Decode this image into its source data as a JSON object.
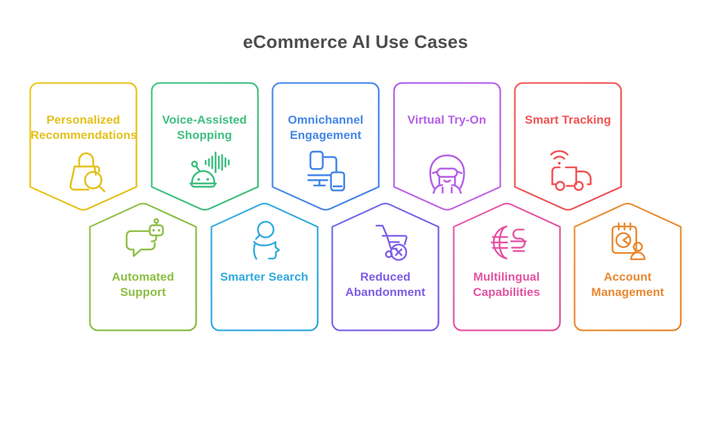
{
  "title": "eCommerce AI Use Cases",
  "title_color": "#4d4d4d",
  "background_color": "#ffffff",
  "cards": [
    {
      "id": "personalized-recommendations",
      "title": "Personalized Recommendations",
      "icon": "shopping-bag-search-icon",
      "row": "top",
      "color": "#e4c01a",
      "stroke_from": "#eac91b",
      "stroke_to": "#e2bc12"
    },
    {
      "id": "voice-assisted-shopping",
      "title": "Voice-Assisted Shopping",
      "icon": "voice-robot-icon",
      "row": "top",
      "color": "#3dbe7f",
      "stroke_from": "#41c584",
      "stroke_to": "#38b877"
    },
    {
      "id": "omnichannel-engagement",
      "title": "Omnichannel Engagement",
      "icon": "connected-devices-icon",
      "row": "top",
      "color": "#4285e8",
      "stroke_from": "#4a8cec",
      "stroke_to": "#3f7fe4"
    },
    {
      "id": "virtual-try-on",
      "title": "Virtual Try-On",
      "icon": "vr-headset-person-icon",
      "row": "top",
      "color": "#b55fe8",
      "stroke_from": "#ae5be8",
      "stroke_to": "#c263e3"
    },
    {
      "id": "smart-tracking",
      "title": "Smart Tracking",
      "icon": "delivery-truck-wifi-icon",
      "row": "top",
      "color": "#f05252",
      "stroke_from": "#f15b54",
      "stroke_to": "#ee4a50"
    },
    {
      "id": "automated-support",
      "title": "Automated Support",
      "icon": "chat-robot-icon",
      "row": "bottom",
      "color": "#8bbe42",
      "stroke_from": "#93c24a",
      "stroke_to": "#83b83a"
    },
    {
      "id": "smarter-search",
      "title": "Smarter Search",
      "icon": "head-search-icon",
      "row": "bottom",
      "color": "#2faadf",
      "stroke_from": "#35aee1",
      "stroke_to": "#28a3da"
    },
    {
      "id": "reduced-abandonment",
      "title": "Reduced Abandonment",
      "icon": "cart-remove-icon",
      "row": "bottom",
      "color": "#7c5ce8",
      "stroke_from": "#6b6fea",
      "stroke_to": "#7f53e3"
    },
    {
      "id": "multilingual-capabilities",
      "title": "Multilingual Capabilities",
      "icon": "globe-language-icon",
      "row": "bottom",
      "color": "#e452a1",
      "stroke_from": "#e85bab",
      "stroke_to": "#e24897"
    },
    {
      "id": "account-management",
      "title": "Account Management",
      "icon": "calendar-user-icon",
      "row": "bottom",
      "color": "#e8882f",
      "stroke_from": "#ea9238",
      "stroke_to": "#e68026"
    }
  ]
}
